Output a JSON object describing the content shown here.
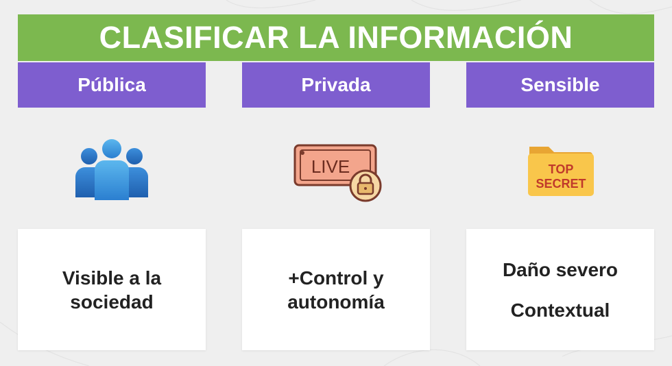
{
  "title": "CLASIFICAR LA INFORMACIÓN",
  "columns": [
    {
      "header": "Pública",
      "icon": "people-group-icon",
      "text_lines": [
        "Visible a la",
        "sociedad"
      ]
    },
    {
      "header": "Privada",
      "icon": "live-lock-icon",
      "icon_text": "LIVE",
      "text_lines": [
        "+Control y",
        "autonomía"
      ]
    },
    {
      "header": "Sensible",
      "icon": "top-secret-folder-icon",
      "icon_text": [
        "TOP",
        "SECRET"
      ],
      "text_lines": [
        "Daño severo",
        "Contextual"
      ]
    }
  ],
  "colors": {
    "banner": "#7cb84f",
    "header": "#7e5ecf",
    "card": "#ffffff",
    "background": "#efefef"
  }
}
